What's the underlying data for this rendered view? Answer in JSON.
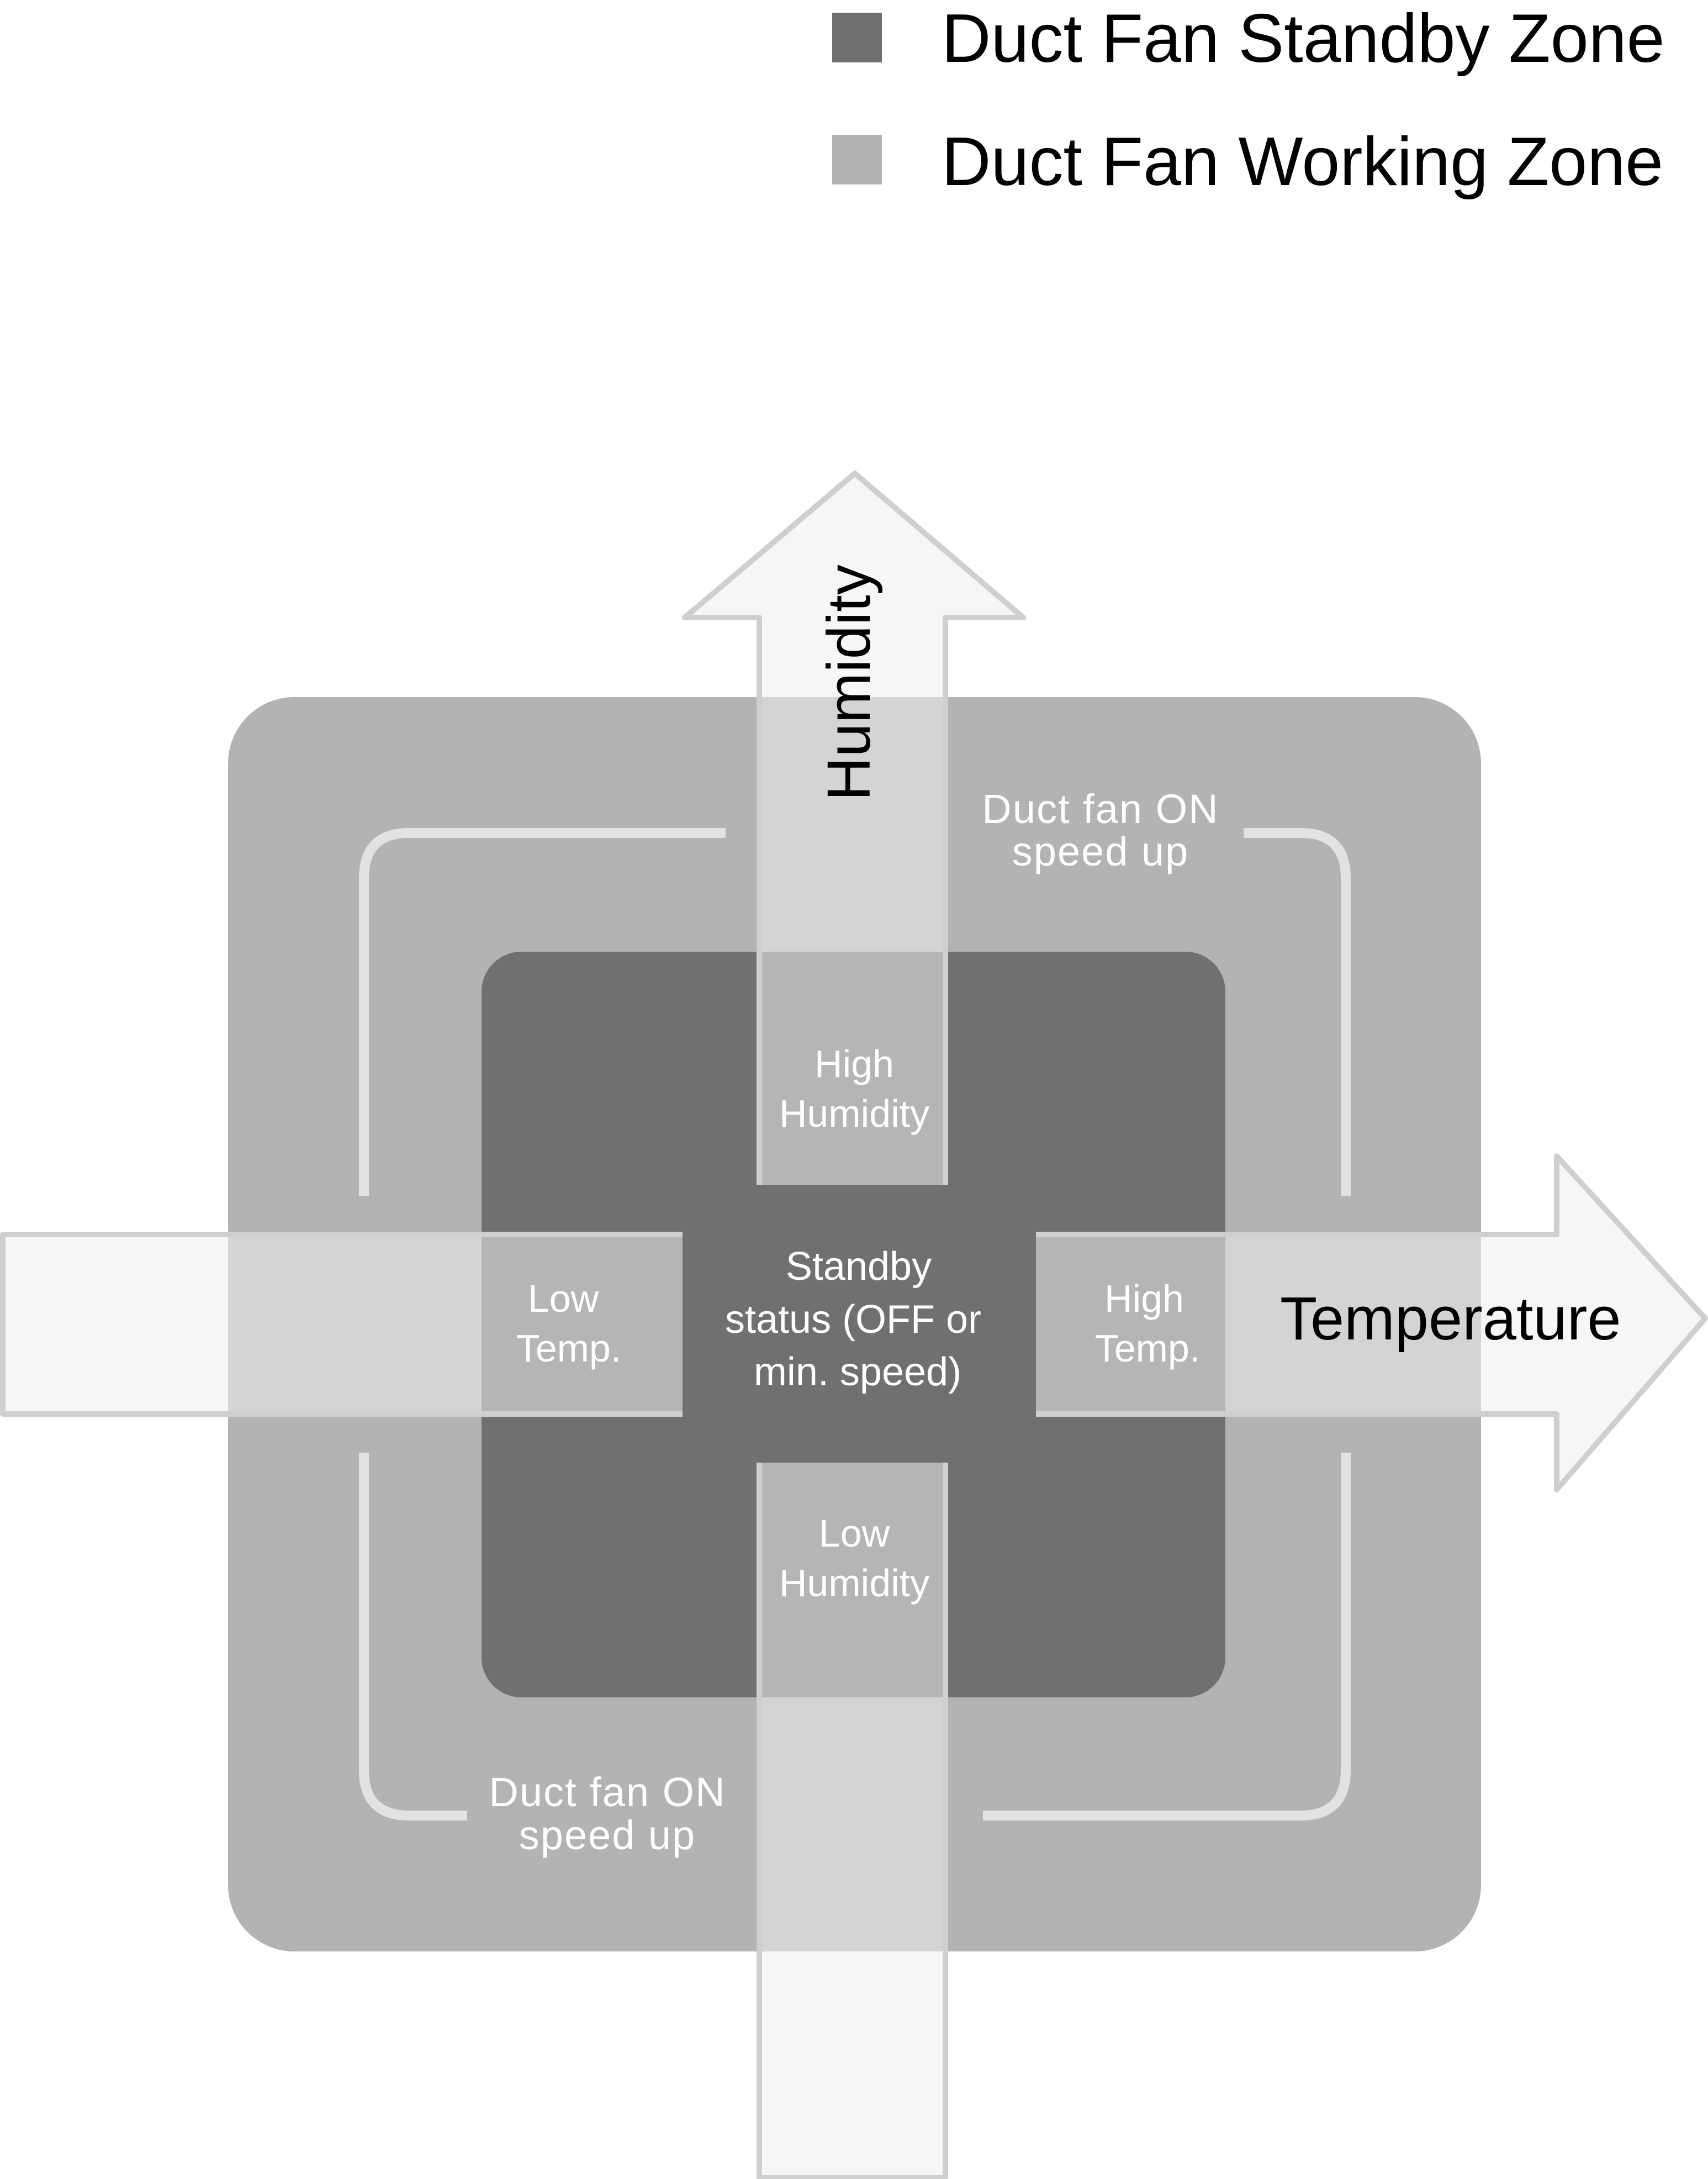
{
  "legend": {
    "standby": {
      "label": "Duct Fan Standby Zone",
      "color": "#707070"
    },
    "working": {
      "label": "Duct Fan Working Zone",
      "color": "#b3b3b3"
    }
  },
  "axes": {
    "humidity": "Humidity",
    "temperature": "Temperature"
  },
  "zones": {
    "high_humidity": [
      "High",
      "Humidity"
    ],
    "low_humidity": [
      "Low",
      "Humidity"
    ],
    "low_temp": [
      "Low",
      "Temp."
    ],
    "high_temp": [
      "High",
      "Temp."
    ],
    "standby": [
      "Standby",
      "status (OFF or",
      "min. speed)"
    ],
    "fan_on_top": [
      "Duct fan ON",
      "speed up"
    ],
    "fan_on_bottom": [
      "Duct fan ON",
      "speed up"
    ]
  },
  "colors": {
    "arrow_fill": "#efefef",
    "arrow_stroke": "#cfcfcf",
    "guide_line": "#e2e2e2"
  }
}
